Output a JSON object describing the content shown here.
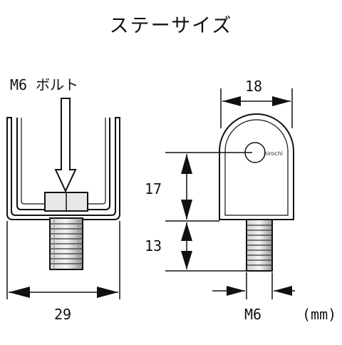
{
  "title": "ステーサイズ",
  "callout_bolt": "M6 ボルト",
  "dims": {
    "width_front": "29",
    "width_side": "18",
    "upper_height": "17",
    "lower_height": "13",
    "thread": "M6"
  },
  "unit": "(mm)",
  "watermark": "hirochi"
}
